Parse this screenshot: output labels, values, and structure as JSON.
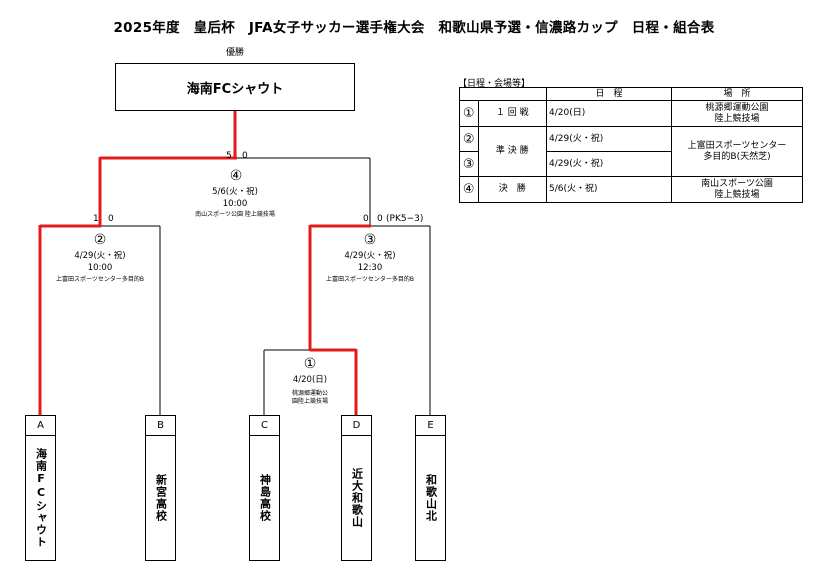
{
  "title": "2025年度　皇后杯　JFA女子サッカー選手権大会　和歌山県予選・信濃路カップ　日程・組合表",
  "winner": {
    "label": "優勝",
    "name": "海南FCシャウト"
  },
  "matches": {
    "final": {
      "mark": "④",
      "score_left": "5",
      "score_right": "0",
      "date": "5/6(火・祝)",
      "time": "10:00",
      "venue": "南山スポーツ公園 陸上競技場"
    },
    "semi_left": {
      "mark": "②",
      "score_left": "1",
      "score_right": "0",
      "date": "4/29(火・祝)",
      "time": "10:00",
      "venue": "上富田スポーツセンター多目的B"
    },
    "semi_right": {
      "mark": "③",
      "score_left": "0",
      "score_right": "0",
      "pk": "(PK5−3)",
      "date": "4/29(火・祝)",
      "time": "12:30",
      "venue": "上富田スポーツセンター多目的B"
    },
    "first": {
      "mark": "①",
      "date": "4/20(日)",
      "venue_line1": "桃源郷運動公",
      "venue_line2": "園陸上競技場"
    }
  },
  "teams": [
    {
      "letter": "A",
      "name": "海南FCシャウト"
    },
    {
      "letter": "B",
      "name": "新宮高校"
    },
    {
      "letter": "C",
      "name": "神島高校"
    },
    {
      "letter": "D",
      "name": "近大和歌山"
    },
    {
      "letter": "E",
      "name": "和歌山北"
    }
  ],
  "schedule": {
    "caption": "【日程・会場等】",
    "header_date": "日　程",
    "header_place": "場　所",
    "rows": [
      {
        "mark": "①",
        "round": "１ 回 戦",
        "date": "4/20(日)",
        "place1": "桃源郷運動公園",
        "place2": "陸上競技場"
      },
      {
        "mark": "②",
        "round": "準 決 勝",
        "date": "4/29(火・祝)",
        "place1": "上富田スポーツセンター",
        "place2": "多目的B(天然芝)"
      },
      {
        "mark": "③",
        "date": "4/29(火・祝)"
      },
      {
        "mark": "④",
        "round": "決　勝",
        "date": "5/6(火・祝)",
        "place1": "南山スポーツ公園",
        "place2": "陸上競技場"
      }
    ]
  },
  "colors": {
    "win_line": "#e31b1b",
    "line": "#000000"
  }
}
